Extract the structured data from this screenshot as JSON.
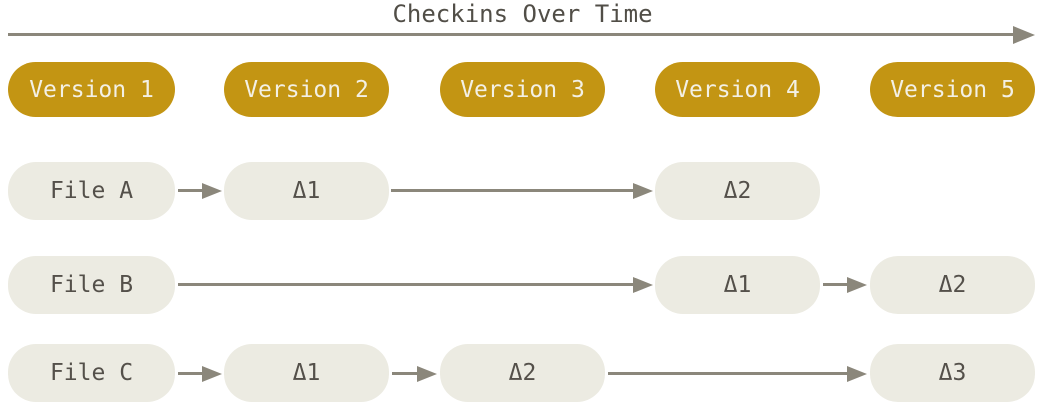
{
  "header": {
    "title": "Checkins Over Time"
  },
  "versions": [
    "Version 1",
    "Version 2",
    "Version 3",
    "Version 4",
    "Version 5"
  ],
  "files": [
    {
      "name": "File A",
      "deltas": [
        {
          "label": "Δ1",
          "version": "Version 2"
        },
        {
          "label": "Δ2",
          "version": "Version 4"
        }
      ]
    },
    {
      "name": "File B",
      "deltas": [
        {
          "label": "Δ1",
          "version": "Version 4"
        },
        {
          "label": "Δ2",
          "version": "Version 5"
        }
      ]
    },
    {
      "name": "File C",
      "deltas": [
        {
          "label": "Δ1",
          "version": "Version 2"
        },
        {
          "label": "Δ2",
          "version": "Version 3"
        },
        {
          "label": "Δ3",
          "version": "Version 5"
        }
      ]
    }
  ],
  "colors": {
    "version-fill": "#C39513",
    "version-text": "#F3F0E5",
    "box-fill": "#ECEBE2",
    "box-text": "#54504A",
    "arrow": "#8B877B",
    "title-text": "#514E47",
    "background": "#FFFFFF"
  }
}
